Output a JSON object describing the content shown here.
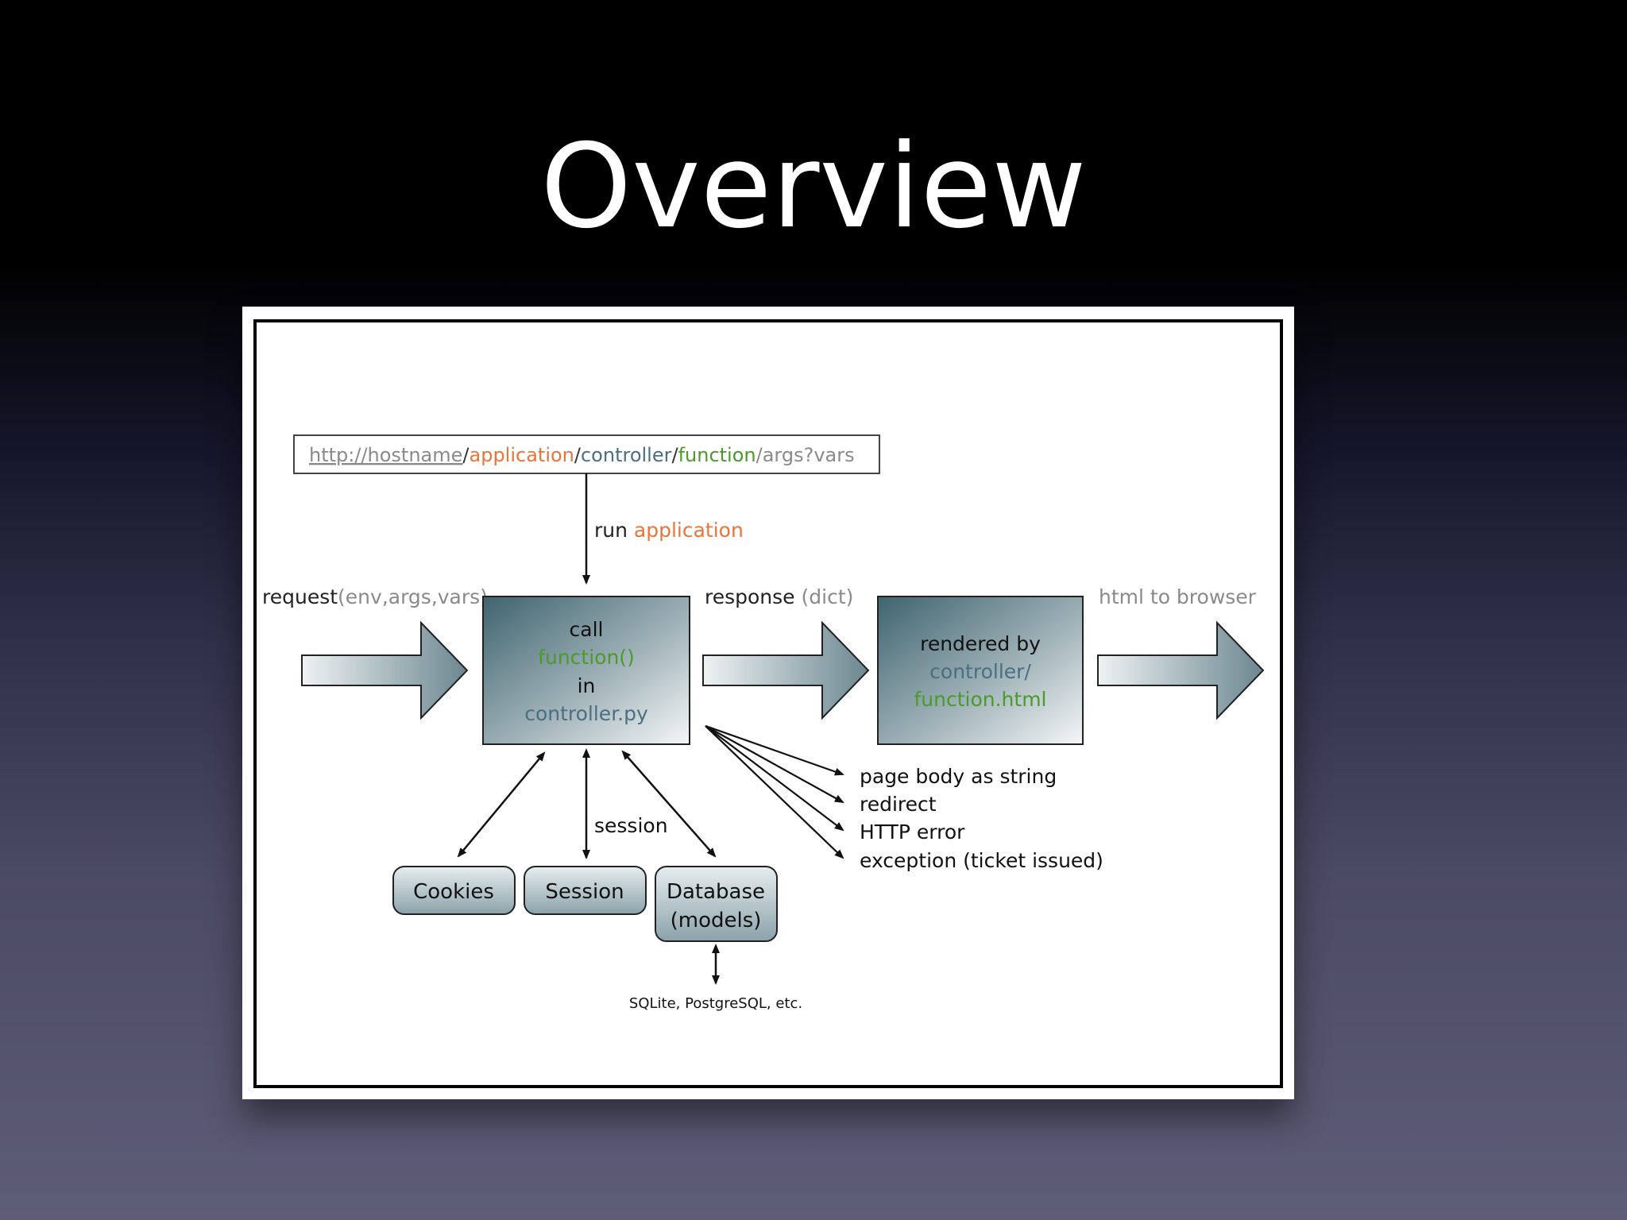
{
  "slide": {
    "title": "Overview"
  },
  "url_bar": {
    "hostname": "http://hostname",
    "sep1": "/",
    "application": "application",
    "sep2": "/",
    "controller": "controller",
    "sep3": "/",
    "function": "function",
    "rest": "/args?vars"
  },
  "labels": {
    "run": "run",
    "run_application": "application",
    "request": "request",
    "request_args": "(env,args,vars)",
    "response": "response",
    "response_dict": "(dict)",
    "html_to_browser": "html to browser",
    "session_arrow": "session",
    "sqlite": "SQLite, PostgreSQL, etc."
  },
  "controller_box": {
    "line1": "call",
    "line2": "function()",
    "line3": "in",
    "line4": "controller.py"
  },
  "render_box": {
    "line1": "rendered by",
    "line2": "controller/",
    "line3": "function.html"
  },
  "outcomes": [
    "page body as string",
    "redirect",
    "HTTP error",
    "exception (ticket issued)"
  ],
  "stores": {
    "cookies": "Cookies",
    "session": "Session",
    "database_line1": "Database",
    "database_line2": "(models)"
  },
  "colors": {
    "application": "#e8753a",
    "controller": "#4a6f82",
    "function": "#4a9a2c",
    "muted": "#8a8a8a"
  }
}
